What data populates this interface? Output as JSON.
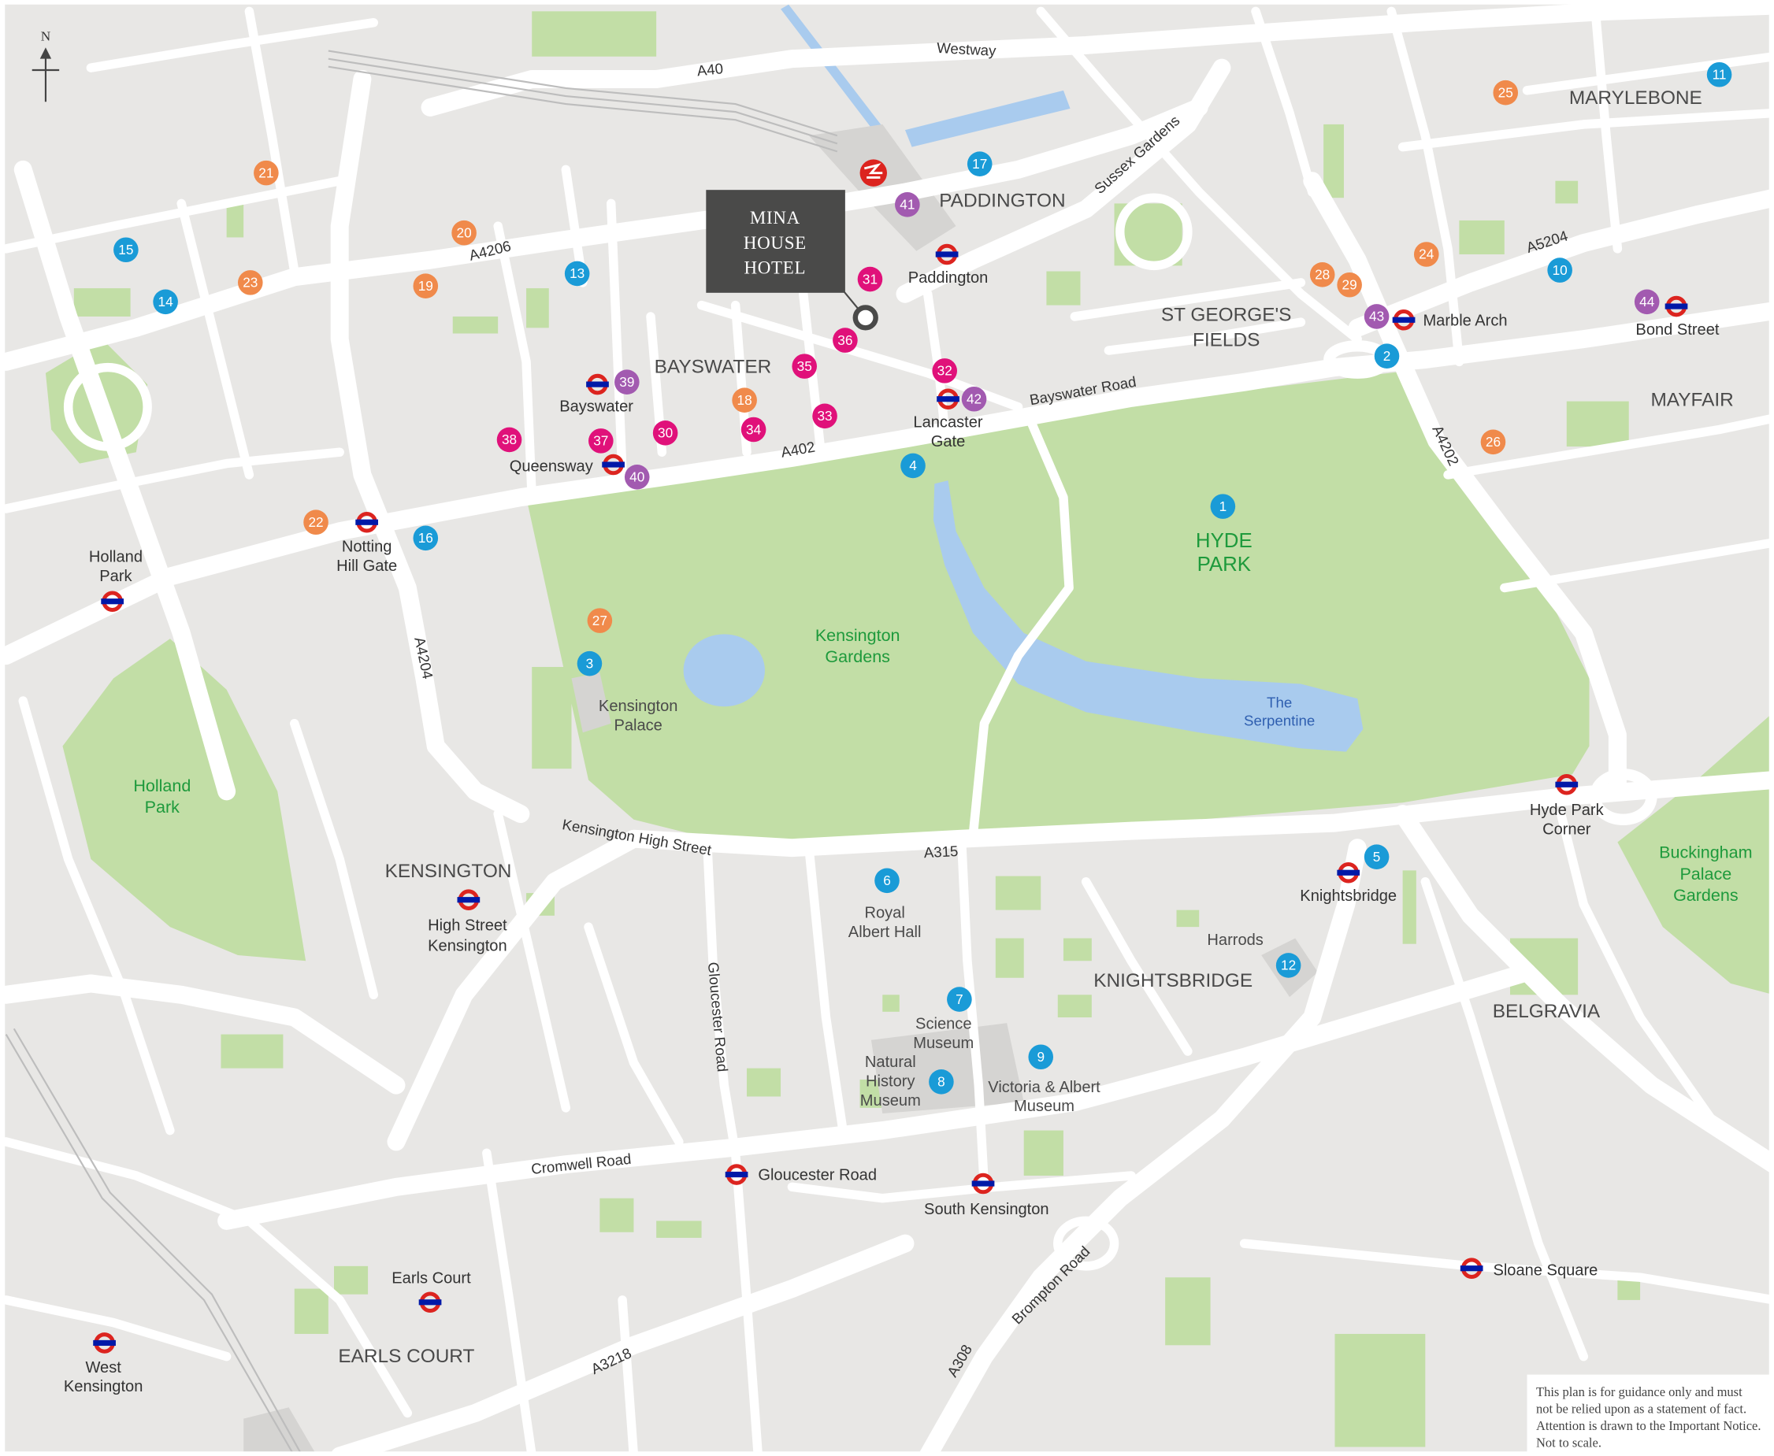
{
  "north_label": "N",
  "hotel": {
    "line1": "MINA",
    "line2": "HOUSE",
    "line3": "HOTEL"
  },
  "disclaimer": {
    "line1": "This plan is for guidance only and must",
    "line2": "not be relied upon as a statement of fact.",
    "line3": "Attention is drawn to the Important Notice.",
    "line4": "Not to scale."
  },
  "colors": {
    "park": "#c2dea6",
    "water": "#a9cbee",
    "road": "#ffffff",
    "land": "#e8e7e5",
    "blue": "#1a9bd7",
    "orange": "#f08a4b",
    "magenta": "#e0117a",
    "purple": "#a25ab0",
    "tube": "#dc241f",
    "tube_bar": "#0019a8",
    "park_text": "#1e9a3c"
  },
  "districts": [
    "PADDINGTON",
    "MARYLEBONE",
    "BAYSWATER",
    "ST GEORGE'S",
    "FIELDS",
    "MAYFAIR",
    "HYDE",
    "PARK",
    "KENSINGTON",
    "KNIGHTSBRIDGE",
    "BELGRAVIA",
    "EARLS COURT"
  ],
  "parks": [
    "Kensington",
    "Gardens",
    "Holland",
    "Park",
    "Buckingham",
    "Palace",
    "Gardens"
  ],
  "water_label": {
    "line1": "The",
    "line2": "Serpentine"
  },
  "roads": [
    "Westway",
    "A40",
    "A4206",
    "Sussex Gardens",
    "A5204",
    "Bayswater Road",
    "A402",
    "A4202",
    "A4204",
    "Kensington High Street",
    "A315",
    "Gloucester Road",
    "Cromwell Road",
    "Brompton Road",
    "A308",
    "A3218"
  ],
  "stations": [
    "Paddington",
    "Marble Arch",
    "Bond Street",
    "Bayswater",
    "Queensway",
    "Lancaster",
    "Gate",
    "Notting",
    "Hill Gate",
    "Holland",
    "Park",
    "High Street",
    "Kensington",
    "Hyde Park",
    "Corner",
    "Knightsbridge",
    "Gloucester Road",
    "South Kensington",
    "Sloane Square",
    "Earls Court",
    "West",
    "Kensington"
  ],
  "places": [
    "Kensington",
    "Palace",
    "Royal",
    "Albert Hall",
    "Science",
    "Museum",
    "Natural",
    "History",
    "Museum",
    "Victoria & Albert",
    "Museum",
    "Harrods"
  ],
  "markers": {
    "blue": [
      "1",
      "2",
      "3",
      "4",
      "5",
      "6",
      "7",
      "8",
      "9",
      "10",
      "11",
      "12",
      "13",
      "14",
      "15",
      "16",
      "17"
    ],
    "orange": [
      "18",
      "19",
      "20",
      "21",
      "22",
      "23",
      "24",
      "25",
      "26",
      "27",
      "28",
      "29"
    ],
    "magenta": [
      "30",
      "31",
      "32",
      "33",
      "34",
      "35",
      "36",
      "37",
      "38"
    ],
    "purple": [
      "39",
      "40",
      "41",
      "42",
      "43",
      "44"
    ]
  }
}
